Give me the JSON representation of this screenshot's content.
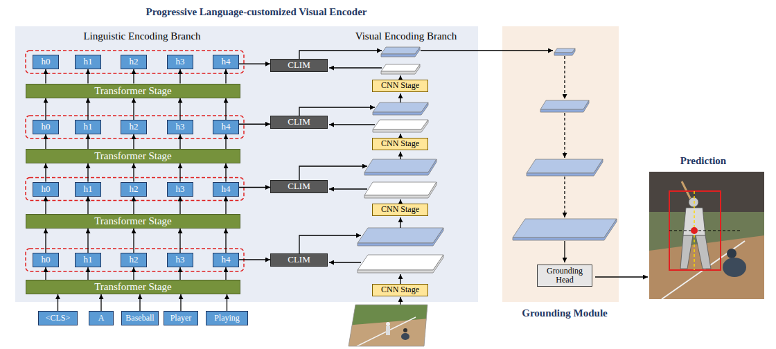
{
  "diagram": {
    "title": "Progressive Language-customized Visual Encoder",
    "nodes": [
      {
        "text": [
          "<CLS>"
        ]
      },
      {
        "text": [
          "A"
        ]
      },
      {
        "text": [
          "Baseball"
        ]
      },
      {
        "text": [
          "Player"
        ]
      },
      {
        "text": [
          "Playing"
        ]
      },
      {
        "text": [
          "Transformer Stage"
        ]
      },
      {
        "text": [
          "h0"
        ]
      },
      {
        "text": [
          "h1"
        ]
      },
      {
        "text": [
          "h2"
        ]
      },
      {
        "text": [
          "h3"
        ]
      },
      {
        "text": [
          "h4"
        ]
      },
      {
        "text": [
          "CLIM"
        ]
      },
      {
        "text": [
          "CNN Stage"
        ]
      },
      {
        "text": [
          "Transformer Stage"
        ]
      },
      {
        "text": [
          "h0"
        ]
      },
      {
        "text": [
          "h1"
        ]
      },
      {
        "text": [
          "h2"
        ]
      },
      {
        "text": [
          "h3"
        ]
      },
      {
        "text": [
          "h4"
        ]
      },
      {
        "text": [
          "CLIM"
        ]
      },
      {
        "text": [
          "CNN Stage"
        ]
      },
      {
        "text": [
          "Transformer Stage"
        ]
      },
      {
        "text": [
          "h0"
        ]
      },
      {
        "text": [
          "h1"
        ]
      },
      {
        "text": [
          "h2"
        ]
      },
      {
        "text": [
          "h3"
        ]
      },
      {
        "text": [
          "h4"
        ]
      },
      {
        "text": [
          "CLIM"
        ]
      },
      {
        "text": [
          "CNN Stage"
        ]
      },
      {
        "text": [
          "Transformer Stage"
        ]
      },
      {
        "text": [
          "h0"
        ]
      },
      {
        "text": [
          "h1"
        ]
      },
      {
        "text": [
          "h2"
        ]
      },
      {
        "text": [
          "h3"
        ]
      },
      {
        "text": [
          "h4"
        ]
      },
      {
        "text": [
          "CLIM"
        ]
      },
      {
        "text": [
          "CNN Stage"
        ]
      },
      {
        "text": [
          "Grounding Head"
        ]
      }
    ],
    "edges": [
      {
        "from": 0,
        "to": 5,
        "arrow": "to"
      },
      {
        "from": 1,
        "to": 5,
        "arrow": "to"
      },
      {
        "from": 2,
        "to": 5,
        "arrow": "to"
      },
      {
        "from": 3,
        "to": 5,
        "arrow": "to"
      },
      {
        "from": 4,
        "to": 5,
        "arrow": "to"
      },
      {
        "from": 5,
        "to": 6,
        "arrow": "to"
      },
      {
        "from": 5,
        "to": 7,
        "arrow": "to"
      },
      {
        "from": 5,
        "to": 8,
        "arrow": "to"
      },
      {
        "from": 5,
        "to": 9,
        "arrow": "to"
      },
      {
        "from": 5,
        "to": 10,
        "arrow": "to"
      },
      {
        "from": 10,
        "to": 11,
        "arrow": "to"
      },
      {
        "from": 6,
        "to": 13,
        "arrow": "to"
      },
      {
        "from": 7,
        "to": 13,
        "arrow": "to"
      },
      {
        "from": 8,
        "to": 13,
        "arrow": "to"
      },
      {
        "from": 9,
        "to": 13,
        "arrow": "to"
      },
      {
        "from": 10,
        "to": 13,
        "arrow": "to"
      },
      {
        "from": 13,
        "to": 14,
        "arrow": "to"
      },
      {
        "from": 13,
        "to": 15,
        "arrow": "to"
      },
      {
        "from": 13,
        "to": 16,
        "arrow": "to"
      },
      {
        "from": 13,
        "to": 17,
        "arrow": "to"
      },
      {
        "from": 13,
        "to": 18,
        "arrow": "to"
      },
      {
        "from": 18,
        "to": 19,
        "arrow": "to"
      },
      {
        "from": 14,
        "to": 21,
        "arrow": "to"
      },
      {
        "from": 15,
        "to": 21,
        "arrow": "to"
      },
      {
        "from": 16,
        "to": 21,
        "arrow": "to"
      },
      {
        "from": 17,
        "to": 21,
        "arrow": "to"
      },
      {
        "from": 18,
        "to": 21,
        "arrow": "to"
      },
      {
        "from": 21,
        "to": 22,
        "arrow": "to"
      },
      {
        "from": 21,
        "to": 23,
        "arrow": "to"
      },
      {
        "from": 21,
        "to": 24,
        "arrow": "to"
      },
      {
        "from": 21,
        "to": 25,
        "arrow": "to"
      },
      {
        "from": 21,
        "to": 26,
        "arrow": "to"
      },
      {
        "from": 26,
        "to": 27,
        "arrow": "to"
      },
      {
        "from": 22,
        "to": 29,
        "arrow": "to"
      },
      {
        "from": 23,
        "to": 29,
        "arrow": "to"
      },
      {
        "from": 24,
        "to": 29,
        "arrow": "to"
      },
      {
        "from": 25,
        "to": 29,
        "arrow": "to"
      },
      {
        "from": 26,
        "to": 29,
        "arrow": "to"
      },
      {
        "from": 29,
        "to": 30,
        "arrow": "to"
      },
      {
        "from": 29,
        "to": 31,
        "arrow": "to"
      },
      {
        "from": 29,
        "to": 32,
        "arrow": "to"
      },
      {
        "from": 29,
        "to": 33,
        "arrow": "to"
      },
      {
        "from": 29,
        "to": 34,
        "arrow": "to"
      },
      {
        "from": 34,
        "to": 35,
        "arrow": "to"
      }
    ],
    "labels": [
      "Linguistic Encoding Branch",
      "Visual Encoding Branch",
      "Grounding Module",
      "Prediction"
    ]
  }
}
